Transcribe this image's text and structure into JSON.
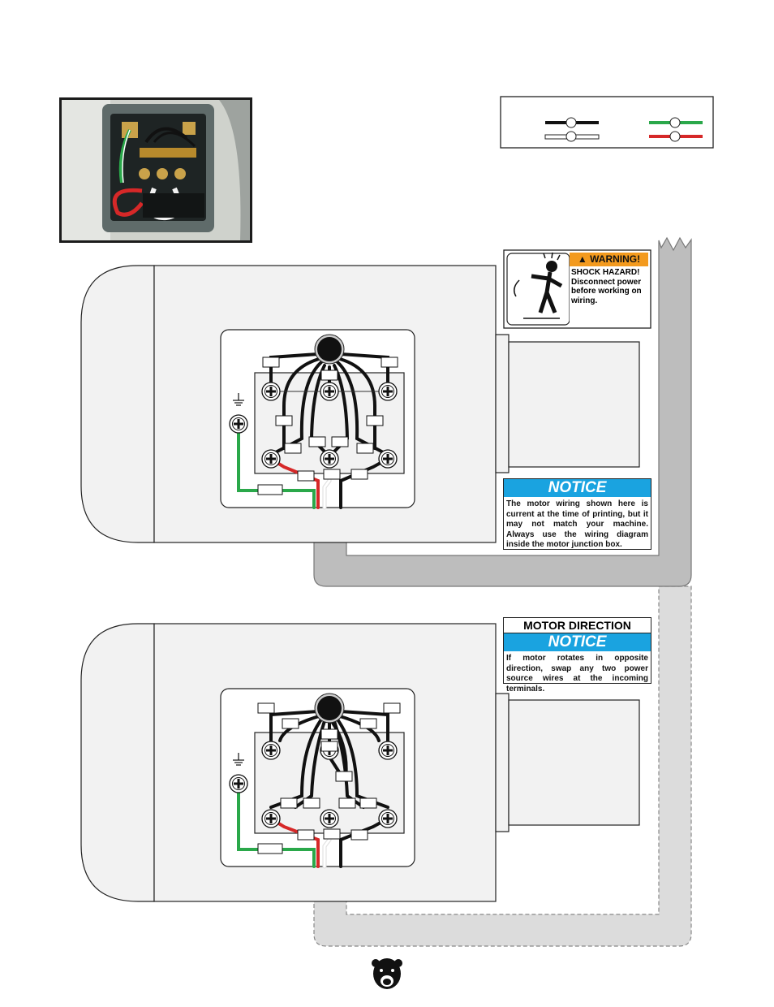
{
  "warning_label": {
    "header": "WARNING!",
    "text": "SHOCK HAZARD! Disconnect power before working on wiring."
  },
  "notice_wiring": {
    "header": "NOTICE",
    "text": "The motor wiring shown here is current at the time of printing, but it may not match your machine. Always use the wiring diagram inside the motor junction box."
  },
  "notice_direction": {
    "title": "MOTOR DIRECTION",
    "header": "NOTICE",
    "text": "If motor rotates in opposite direction, swap any two power source wires at the incoming terminals."
  },
  "wire_colors": {
    "black": "#111111",
    "white": "#ffffff",
    "green": "#2aa84a",
    "red": "#d62828",
    "notice_blue": "#1aa3e0",
    "warning_orange": "#f39a1e"
  },
  "icons": [
    "ground-symbol-icon",
    "terminal-screw-icon",
    "grizzly-bear-logo",
    "shock-hazard-icon",
    "photo-junction-box"
  ]
}
